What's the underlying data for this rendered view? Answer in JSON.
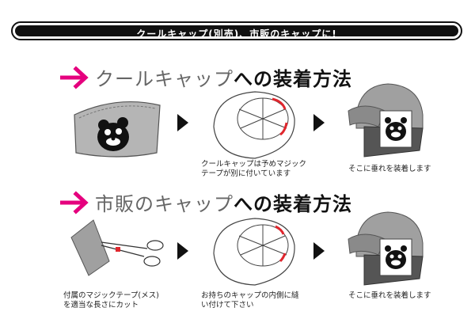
{
  "banner": {
    "text": "クールキャップ(別売)、市販のキャップに!"
  },
  "section1": {
    "title_cap": "クールキャップ",
    "title_way": "への装着方法",
    "captions": [
      "クールキャップは予めマジック\nテープが別に付いています",
      "そこに垂れを装着します"
    ]
  },
  "section2": {
    "title_cap": "市販のキャップ",
    "title_way": "への装着方法",
    "captions": [
      "付属のマジックテープ(メス)\nを適当な長さにカット",
      "お持ちのキャップの内側に縫\nい付けて下さい",
      "そこに垂れを装着します"
    ]
  },
  "colors": {
    "accent": "#e5007e",
    "velcro": "#e0262d",
    "cap_gray": "#a0a0a0",
    "flap_dark": "#555555"
  }
}
